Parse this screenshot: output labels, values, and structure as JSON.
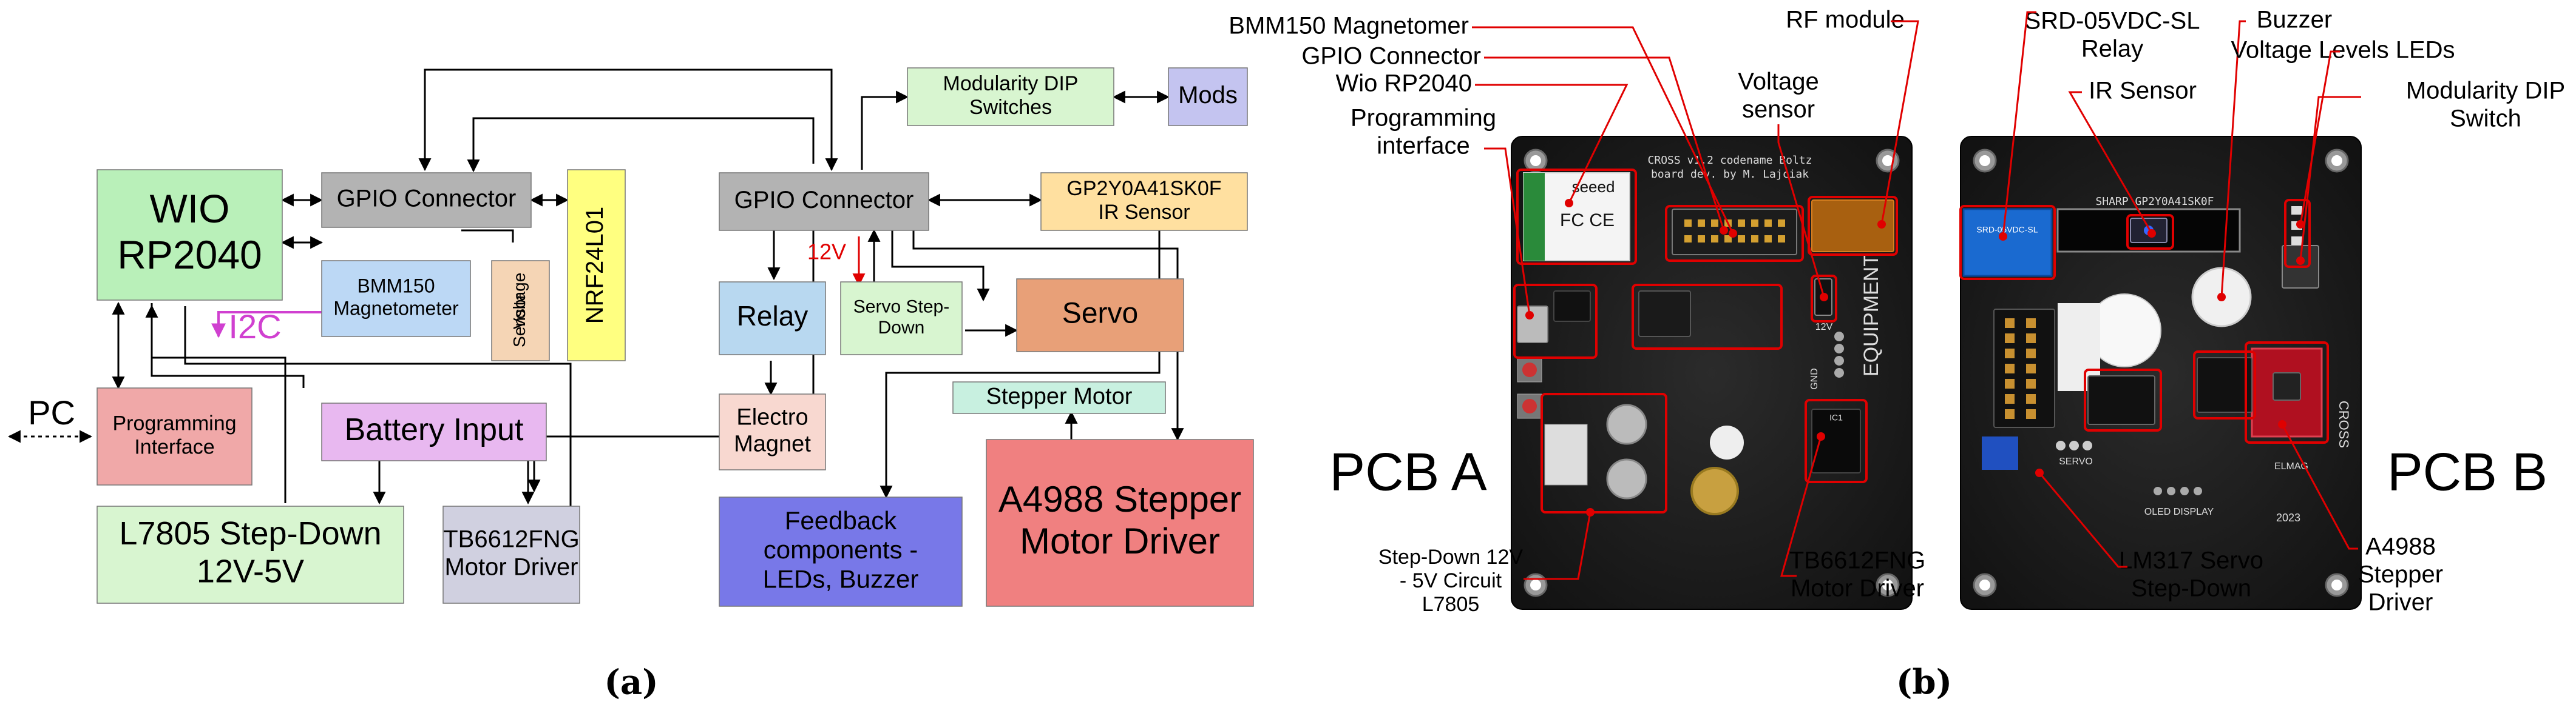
{
  "caption_a": "(a)",
  "caption_b": "(b)",
  "panel_a": {
    "wio": [
      "WIO",
      "RP2040"
    ],
    "gpio_left": "GPIO Connector",
    "nrf": "NRF24L01",
    "voltage_sensor": [
      "Voltage",
      "Sensor"
    ],
    "bmm": [
      "BMM150",
      "Magnetometer"
    ],
    "i2c": "I2C",
    "pc": "PC",
    "prog": [
      "Programming",
      "Interface"
    ],
    "battery": "Battery Input",
    "l7805": [
      "L7805 Step-Down",
      "12V-5V"
    ],
    "tb6612": [
      "TB6612FNG",
      "Motor Driver"
    ],
    "dip": [
      "Modularity DIP",
      "Switches"
    ],
    "mods": "Mods",
    "gpio_right": "GPIO Connector",
    "ir": [
      "GP2Y0A41SK0F",
      "IR Sensor"
    ],
    "v12": "12V",
    "relay": "Relay",
    "servo_stepdown": [
      "Servo Step-",
      "Down"
    ],
    "servo": "Servo",
    "electro": [
      "Electro",
      "Magnet"
    ],
    "stepper_motor": "Stepper Motor",
    "feedback": [
      "Feedback",
      "components -",
      "LEDs, Buzzer"
    ],
    "a4988": [
      "A4988 Stepper",
      "Motor Driver"
    ]
  },
  "panel_b": {
    "pcb_a": "PCB A",
    "pcb_b": "PCB B",
    "bmm": "BMM150 Magnetomer",
    "gpio": "GPIO Connector",
    "wio": "Wio RP2040",
    "prog": [
      "Programming",
      "interface"
    ],
    "rf": "RF module",
    "vsense": [
      "Voltage",
      "sensor"
    ],
    "stepdown": [
      "Step-Down 12V",
      "- 5V Circuit",
      "L7805"
    ],
    "tb": [
      "TB6612FNG",
      "Motor Driver"
    ],
    "relay": [
      "SRD-05VDC-SL",
      "Relay"
    ],
    "ir": "IR Sensor",
    "buzzer": "Buzzer",
    "vleds": "Voltage Levels LEDs",
    "dip": [
      "Modularity DIP",
      "Switch"
    ],
    "lm317": [
      "LM317 Servo",
      "Step-Down"
    ],
    "a4988": [
      "A4988",
      "Stepper",
      "Driver"
    ],
    "silk_a": [
      "CROSS v1.2 codename Boltz",
      "board dev. by M. Lajciak"
    ],
    "equipment": "EQUIPMENT",
    "seeed": "seeed",
    "sharp": "SHARP GP2Y0A41SK0F",
    "servo_silk": "SERVO",
    "oled": "OLED DISPLAY",
    "elmag": "ELMAG",
    "year": "2023",
    "gnd": "GND",
    "v12silk": "12V"
  },
  "colors": {
    "green": "#b9f0b9",
    "lightgreen": "#d8f5d0",
    "gray": "#b3b3b3",
    "yellow": "#ffff80",
    "peach": "#f5d5b5",
    "lightblue": "#bcd8f5",
    "pink": "#f0a8a8",
    "lavender": "#e8b8f0",
    "mods": "#c4c4f0",
    "ir": "#ffe0a0",
    "relay": "#b8d8f0",
    "servo": "#e8a078",
    "electro": "#f8d8d0",
    "stepper": "#c8f0e0",
    "feedback": "#7878e8",
    "a4988": "#f08080",
    "tb": "#d0d0e0",
    "pcb": "#1a1a1a",
    "callout": "#e00000",
    "i2c": "#d040d0"
  }
}
